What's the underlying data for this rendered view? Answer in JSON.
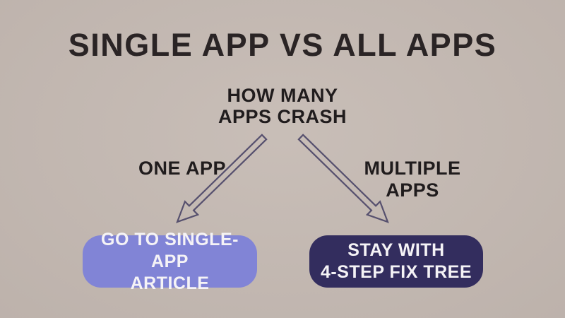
{
  "title": "SINGLE APP VS ALL APPS",
  "colors": {
    "background": "#c5bab3",
    "title_text": "#2a2425",
    "node_text": "#201c1d",
    "arrow": "#56506e",
    "single_app_box": "#8184d6",
    "fix_tree_box": "#332d5e",
    "box_text": "#f5f3f6"
  },
  "flowchart": {
    "root": {
      "line1": "HOW MANY",
      "line2": "APPS CRASH"
    },
    "branches": [
      {
        "label": "ONE APP",
        "box": {
          "line1": "GO TO SINGLE-APP",
          "line2": "ARTICLE"
        }
      },
      {
        "label": "MULTIPLE APPS",
        "box": {
          "line1": "STAY WITH",
          "line2": "4-STEP FIX TREE"
        }
      }
    ]
  }
}
